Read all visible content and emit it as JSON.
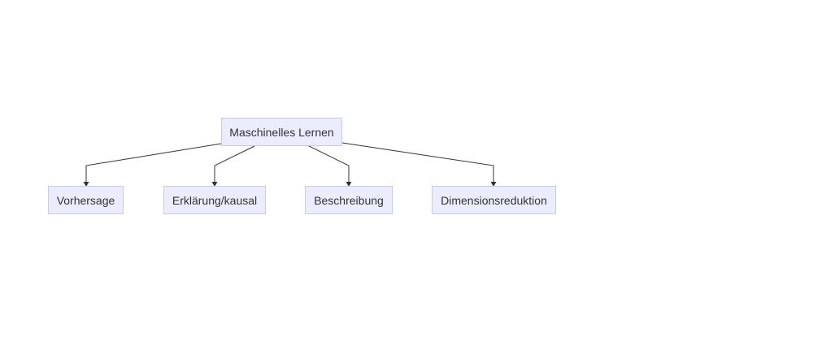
{
  "diagram": {
    "root": {
      "label": "Maschinelles Lernen"
    },
    "children": [
      {
        "label": "Vorhersage"
      },
      {
        "label": "Erklärung/kausal"
      },
      {
        "label": "Beschreibung"
      },
      {
        "label": "Dimensionsreduktion"
      }
    ]
  },
  "colors": {
    "node_fill": "#ececff",
    "node_border": "#c9c9f0",
    "edge": "#333333",
    "text": "#333333"
  }
}
